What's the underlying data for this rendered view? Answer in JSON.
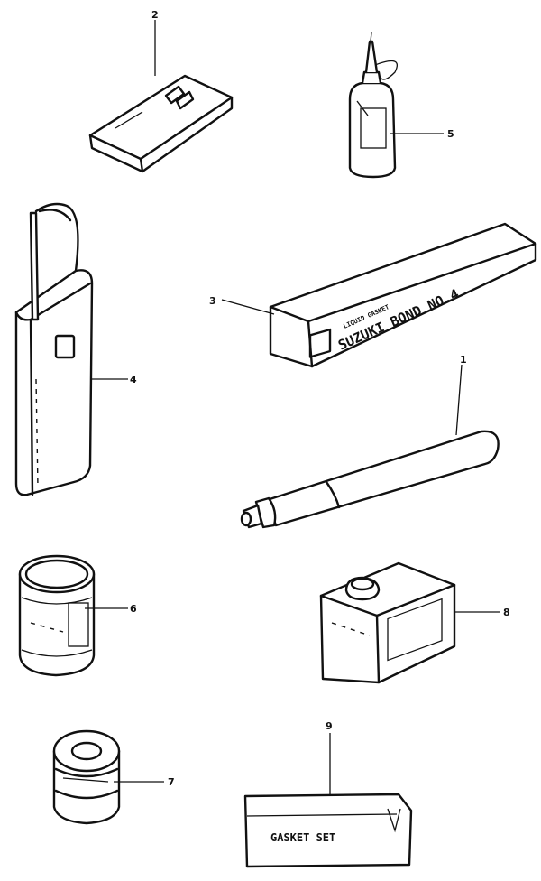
{
  "callouts": {
    "c1": "1",
    "c2": "2",
    "c3": "3",
    "c4": "4",
    "c5": "5",
    "c6": "6",
    "c7": "7",
    "c8": "8",
    "c9": "9"
  },
  "labels": {
    "bond_box": "SUZUKI BOND NO.4",
    "bond_box_small": "LIQUID GASKET",
    "gasket_set": "GASKET SET"
  }
}
